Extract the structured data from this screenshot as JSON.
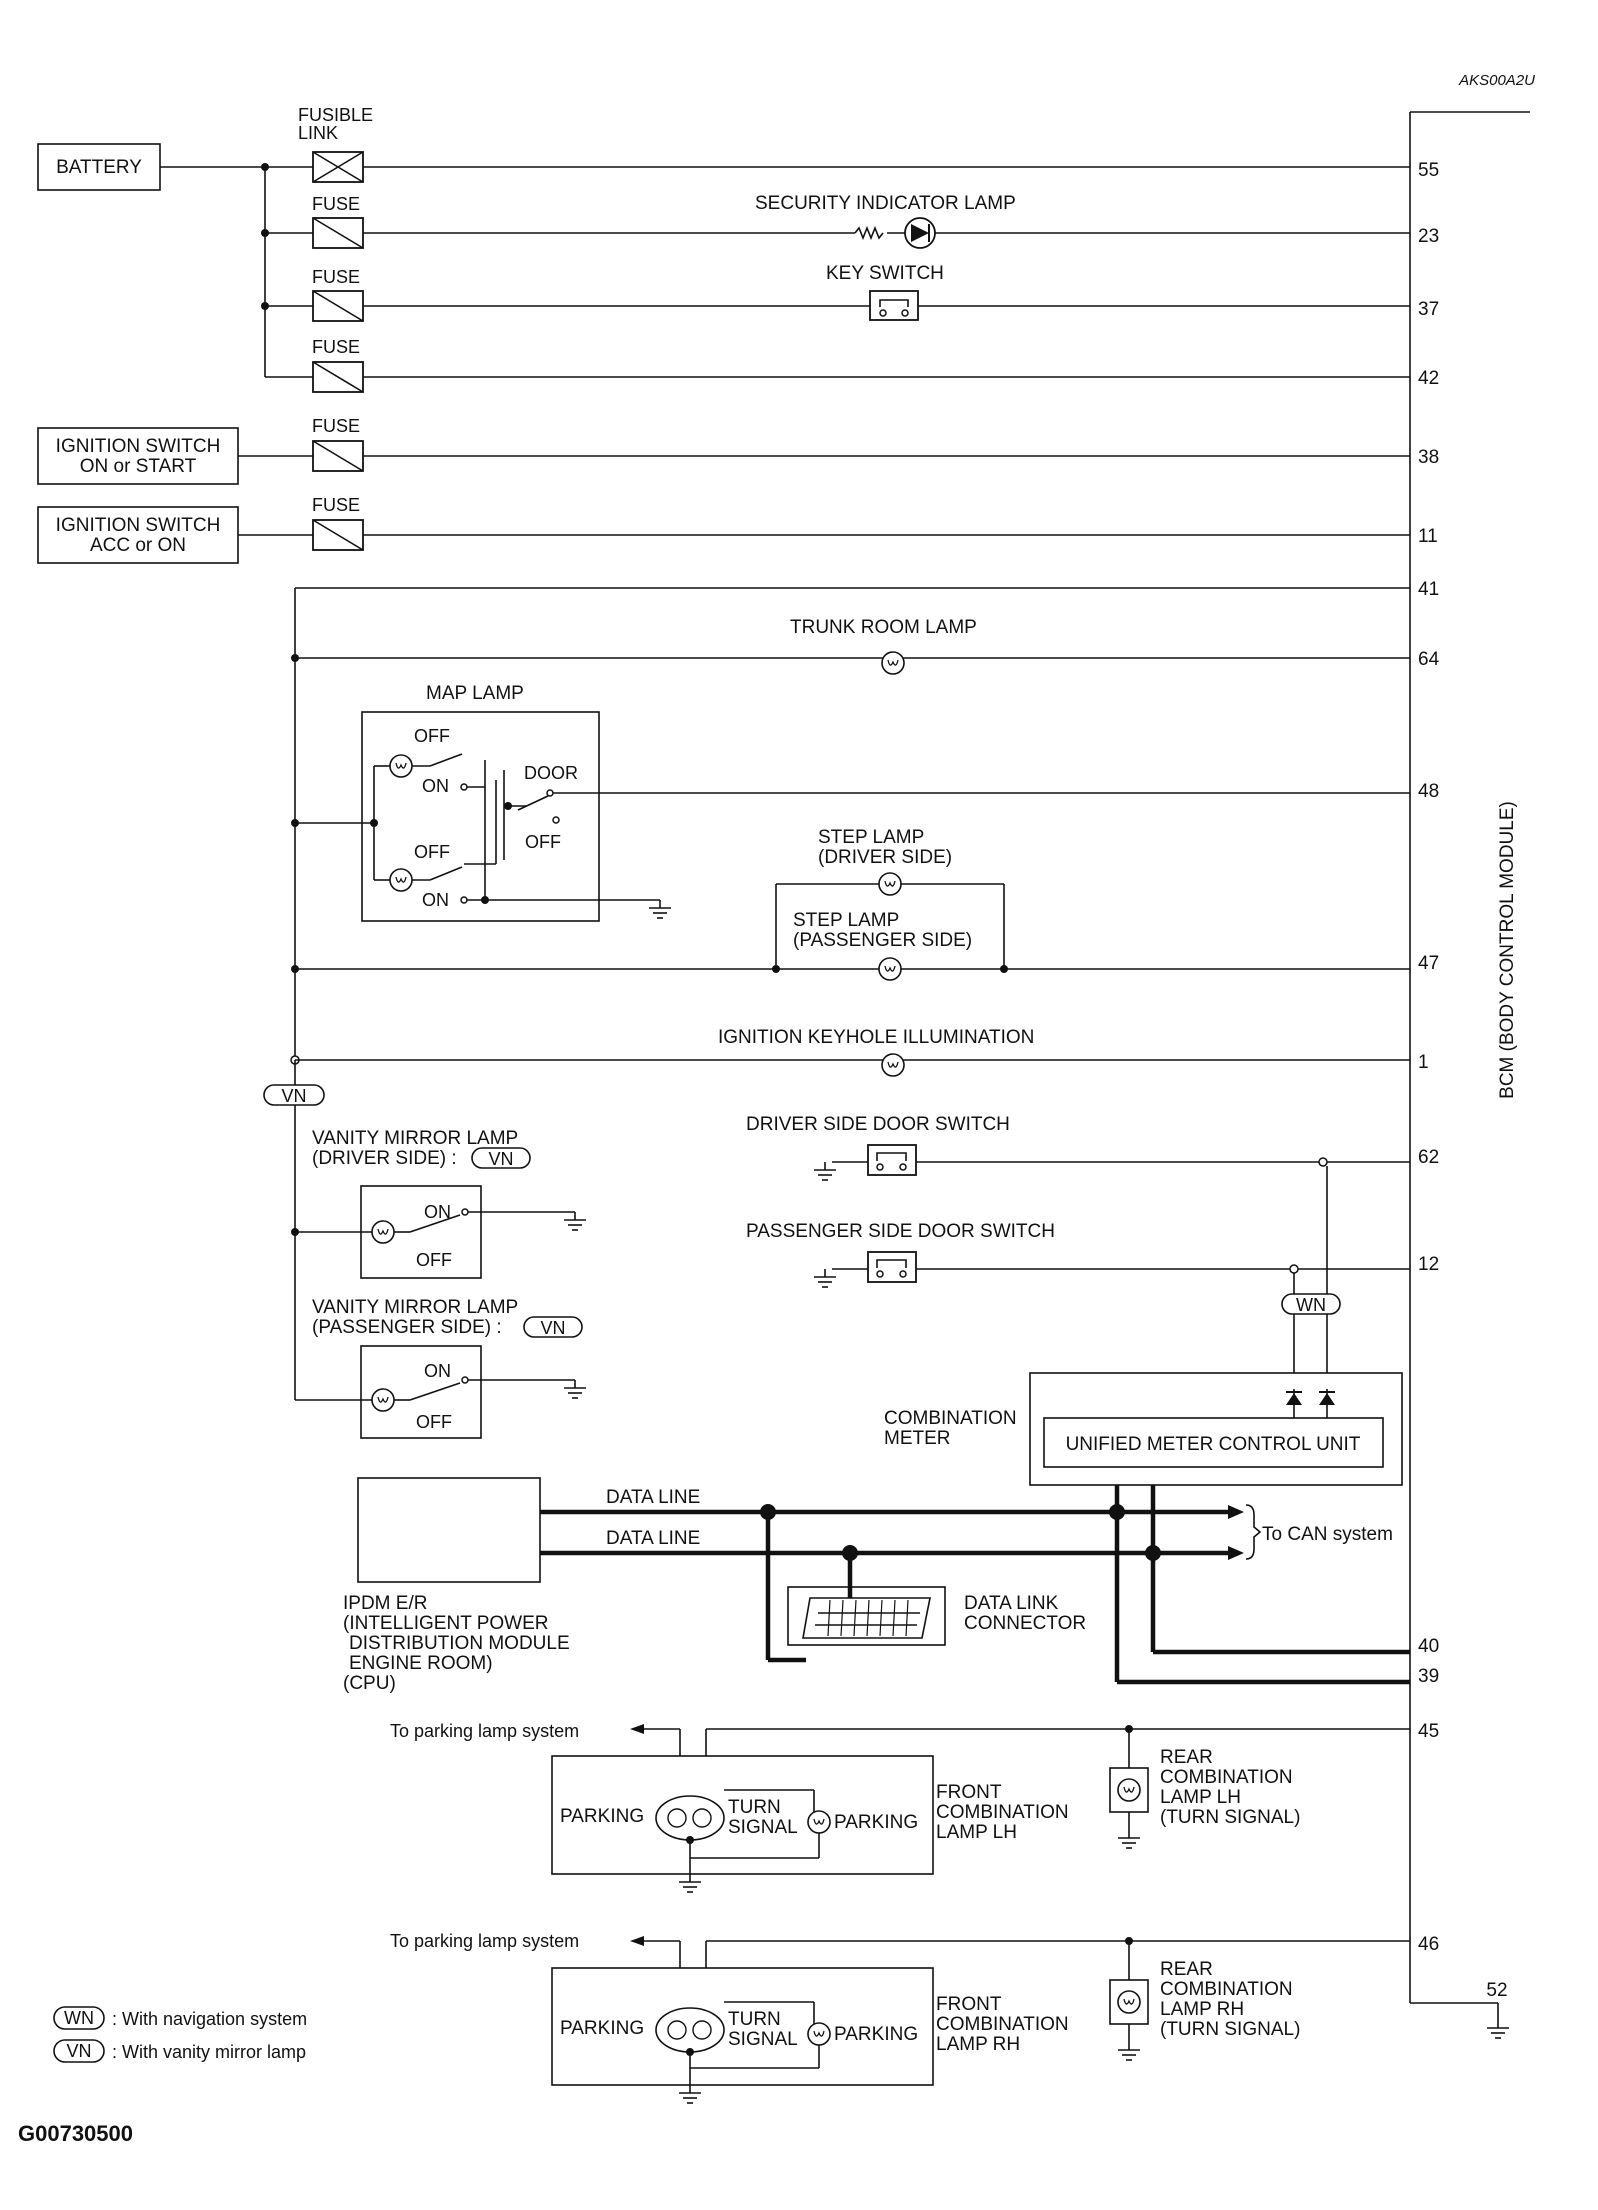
{
  "doc_code": "AKS00A2U",
  "figure_code": "G00730500",
  "module_label": "BCM (BODY CONTROL MODULE)",
  "power": {
    "battery": "BATTERY",
    "fusible_link": [
      "FUSIBLE",
      "LINK"
    ],
    "fuse": "FUSE",
    "ign_on_start": [
      "IGNITION SWITCH",
      "ON or START"
    ],
    "ign_acc_on": [
      "IGNITION SWITCH",
      "ACC or ON"
    ]
  },
  "pins": [
    "55",
    "23",
    "37",
    "42",
    "38",
    "11",
    "41",
    "64",
    "48",
    "47",
    "1",
    "62",
    "12",
    "40",
    "39",
    "45",
    "46",
    "52"
  ],
  "components": {
    "security_indicator": "SECURITY INDICATOR LAMP",
    "key_switch": "KEY SWITCH",
    "trunk_room_lamp": "TRUNK ROOM LAMP",
    "map_lamp": "MAP LAMP",
    "off": "OFF",
    "on": "ON",
    "door": "DOOR",
    "step_lamp_driver": [
      "STEP LAMP",
      "(DRIVER SIDE)"
    ],
    "step_lamp_passenger": [
      "STEP LAMP",
      "(PASSENGER SIDE)"
    ],
    "ignition_keyhole": "IGNITION KEYHOLE ILLUMINATION",
    "vn": "VN",
    "wn": "WN",
    "vanity_driver": [
      "VANITY MIRROR LAMP",
      "(DRIVER SIDE) :"
    ],
    "vanity_passenger": [
      "VANITY MIRROR LAMP",
      "(PASSENGER SIDE) :"
    ],
    "driver_door_switch": "DRIVER SIDE DOOR SWITCH",
    "passenger_door_switch": "PASSENGER SIDE DOOR SWITCH",
    "combination_meter": [
      "COMBINATION",
      "METER"
    ],
    "unified_meter": "UNIFIED METER CONTROL UNIT",
    "data_line": "DATA LINE",
    "to_can": "To CAN system",
    "ipdm": [
      "IPDM E/R",
      "(INTELLIGENT POWER",
      "DISTRIBUTION MODULE",
      "ENGINE ROOM)",
      "(CPU)"
    ],
    "data_link_connector": [
      "DATA LINK",
      "CONNECTOR"
    ],
    "to_parking": "To parking lamp system",
    "parking": "PARKING",
    "turn_signal": [
      "TURN",
      "SIGNAL"
    ],
    "front_lh": [
      "FRONT",
      "COMBINATION",
      "LAMP LH"
    ],
    "front_rh": [
      "FRONT",
      "COMBINATION",
      "LAMP RH"
    ],
    "rear_lh": [
      "REAR",
      "COMBINATION",
      "LAMP LH",
      "(TURN SIGNAL)"
    ],
    "rear_rh": [
      "REAR",
      "COMBINATION",
      "LAMP RH",
      "(TURN SIGNAL)"
    ]
  },
  "legend": [
    {
      "code": "WN",
      "text": ": With navigation system"
    },
    {
      "code": "VN",
      "text": ": With vanity mirror lamp"
    }
  ]
}
